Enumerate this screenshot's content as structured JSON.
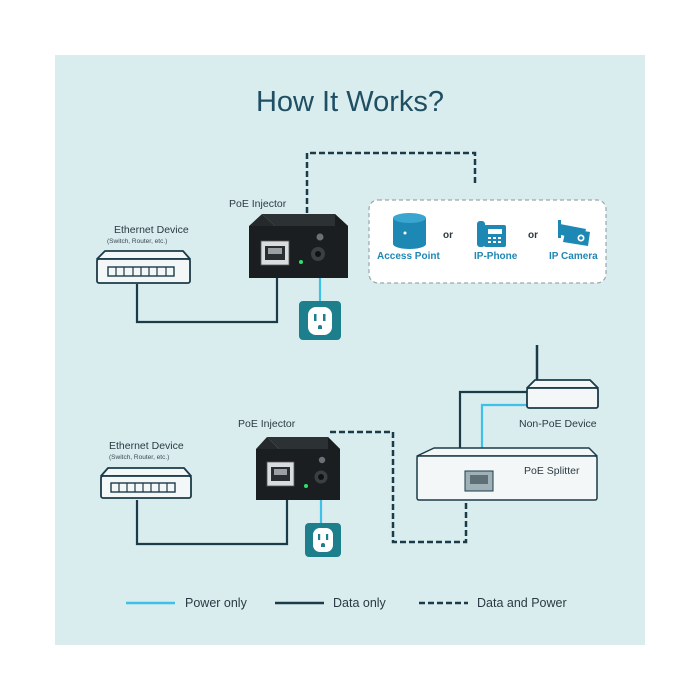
{
  "title": "How It Works?",
  "top_section": {
    "ethernet_device": {
      "name": "Ethernet Device",
      "sub": "(Switch, Router, etc.)"
    },
    "injector_label": "PoE Injector",
    "devices": [
      {
        "label": "Access Point",
        "icon": "access-point-icon"
      },
      {
        "label": "IP-Phone",
        "icon": "ip-phone-icon"
      },
      {
        "label": "IP Camera",
        "icon": "ip-camera-icon"
      }
    ],
    "separator": "or"
  },
  "bottom_section": {
    "ethernet_device": {
      "name": "Ethernet Device",
      "sub": "(Switch, Router, etc.)"
    },
    "injector_label": "PoE Injector",
    "non_poe_label": "Non-PoE Device",
    "splitter_label": "PoE Splitter"
  },
  "legend": [
    {
      "label": "Power only",
      "style": "solid",
      "color": "#3fc0e6"
    },
    {
      "label": "Data only",
      "style": "solid",
      "color": "#1b3b48"
    },
    {
      "label": "Data and Power",
      "style": "dashed",
      "color": "#1b3b48"
    }
  ],
  "colors": {
    "background": "#d9ecee",
    "accent": "#1e88b4",
    "outlet": "#1d7f8c",
    "dark_line": "#1b3b48",
    "power_line": "#3fc0e6"
  }
}
